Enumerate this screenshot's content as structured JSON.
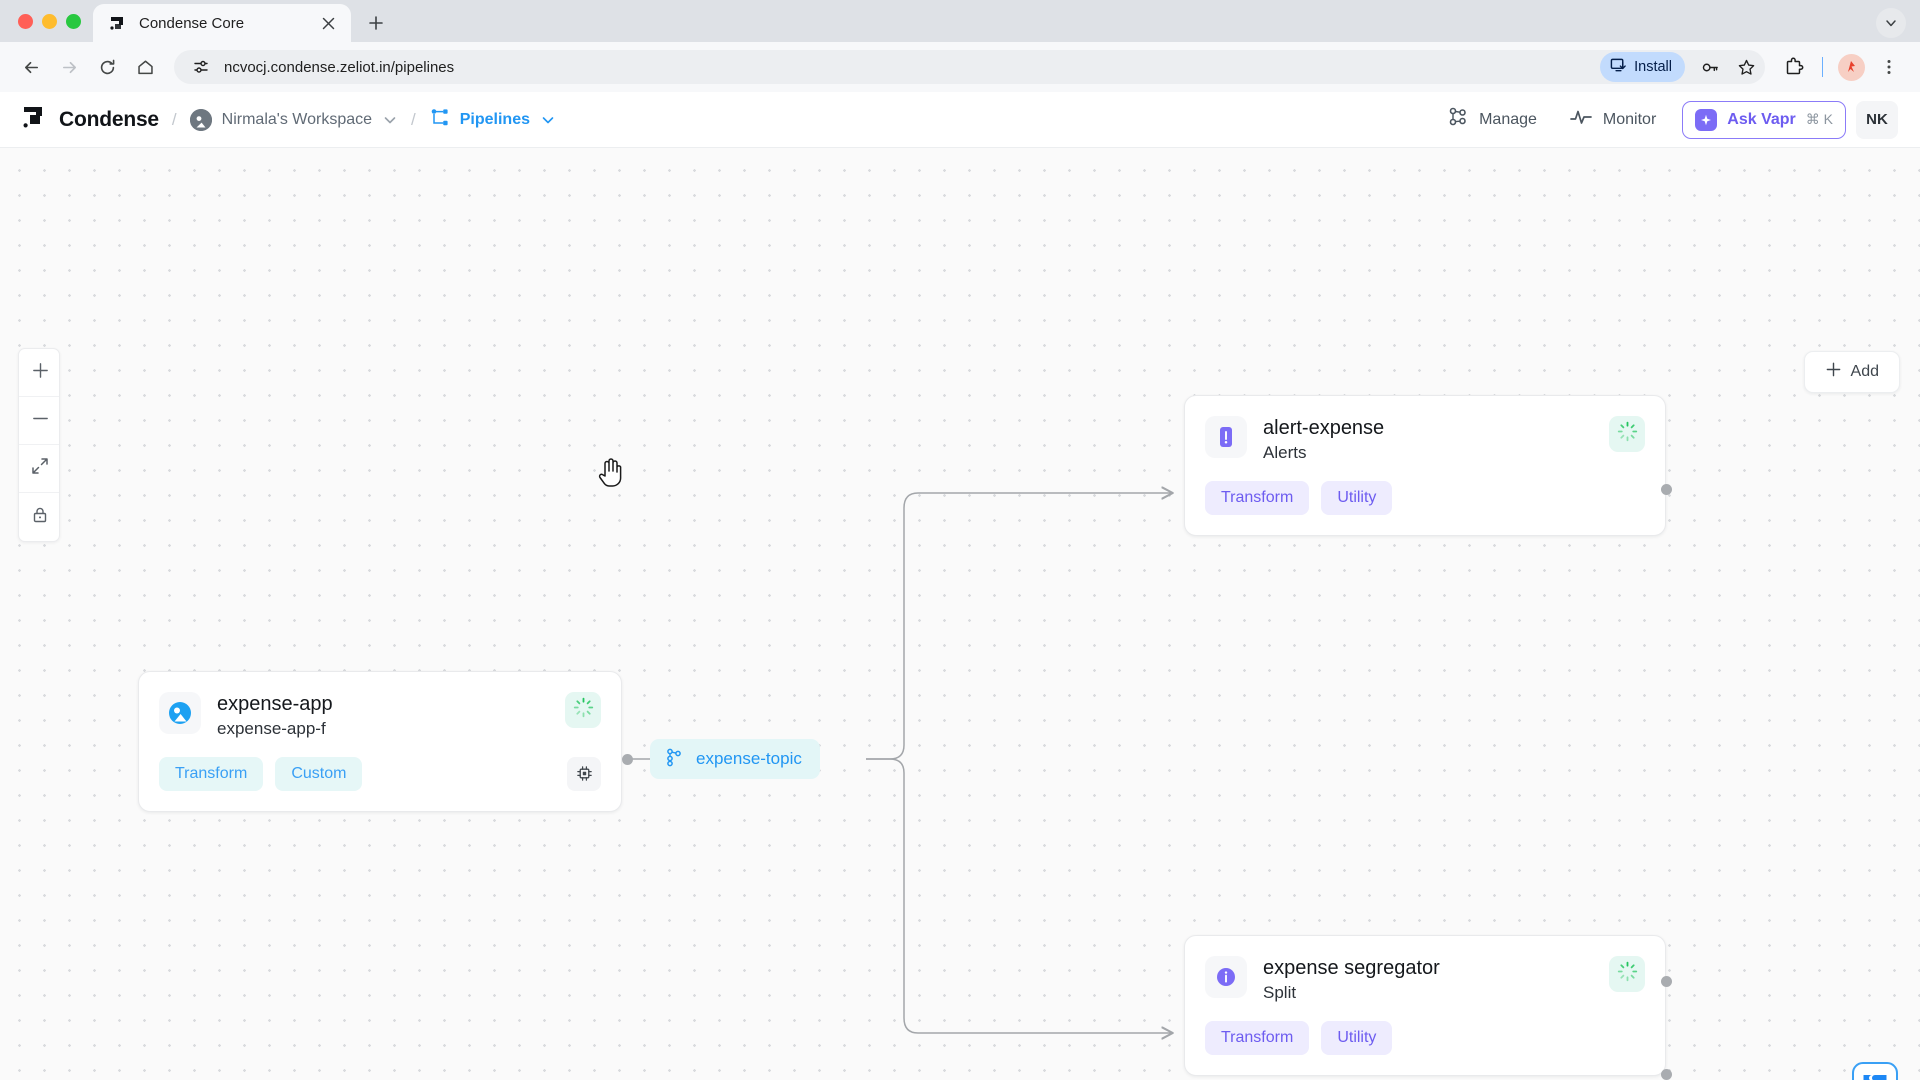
{
  "browser": {
    "tab": {
      "title": "Condense Core",
      "favicon_icon": "condense-logo-icon",
      "close_icon": "close-icon"
    },
    "new_tab_icon": "plus-icon",
    "tabstrip_caret_icon": "chevron-down-icon",
    "toolbar": {
      "back_icon": "back-arrow-icon",
      "forward_icon": "forward-arrow-icon",
      "reload_icon": "reload-icon",
      "home_icon": "home-icon",
      "site_info_icon": "site-settings-icon",
      "url": "ncvocj.condense.zeliot.in/pipelines",
      "install_label": "Install",
      "install_icon": "install-icon",
      "password_icon": "key-icon",
      "bookmark_icon": "star-icon",
      "extensions_icon": "puzzle-icon",
      "profile_icon": "profile-avatar-icon",
      "menu_icon": "kebab-menu-icon"
    }
  },
  "app_header": {
    "brand": {
      "name": "Condense",
      "logo_icon": "condense-logo-icon"
    },
    "separator": "/",
    "breadcrumbs": [
      {
        "label": "Nirmala's Workspace",
        "icon": "workspace-avatar-icon",
        "caret_icon": "chevron-down-icon"
      },
      {
        "label": "Pipelines",
        "icon": "pipelines-icon",
        "caret_icon": "chevron-down-icon"
      }
    ],
    "actions": [
      {
        "label": "Manage",
        "icon": "manage-nodes-icon"
      },
      {
        "label": "Monitor",
        "icon": "monitor-activity-icon"
      }
    ],
    "ask_vapr": {
      "label": "Ask Vapr",
      "shortcut": "⌘ K",
      "icon": "vapr-sparkle-icon"
    },
    "user": {
      "initials": "NK"
    }
  },
  "canvas": {
    "controls": [
      {
        "name": "zoom-in",
        "icon": "plus-icon"
      },
      {
        "name": "zoom-out",
        "icon": "minus-icon"
      },
      {
        "name": "fit-view",
        "icon": "expand-diagonal-icon"
      },
      {
        "name": "lock",
        "icon": "lock-icon"
      }
    ],
    "add_button": {
      "label": "Add",
      "icon": "plus-icon"
    },
    "support_fab_icon": "support-ticket-icon",
    "cursor_icon": "pointer-hand-cursor",
    "topic": {
      "label": "expense-topic",
      "icon": "topic-nodes-icon"
    },
    "nodes": [
      {
        "id": "expense-app",
        "title": "expense-app",
        "subtitle": "expense-app-f",
        "icon": "source-disc-icon",
        "status_icon": "loading-spinner-icon",
        "tags": [
          {
            "label": "Transform",
            "style": "cyan"
          },
          {
            "label": "Custom",
            "style": "cyan"
          }
        ],
        "action_icon": "cpu-chip-icon"
      },
      {
        "id": "alert-expense",
        "title": "alert-expense",
        "subtitle": "Alerts",
        "icon": "alert-exclamation-icon",
        "status_icon": "loading-spinner-icon",
        "tags": [
          {
            "label": "Transform",
            "style": "violet"
          },
          {
            "label": "Utility",
            "style": "violet"
          }
        ]
      },
      {
        "id": "expense-segregator",
        "title": "expense segregator",
        "subtitle": "Split",
        "icon": "info-split-icon",
        "status_icon": "loading-spinner-icon",
        "tags": [
          {
            "label": "Transform",
            "style": "violet"
          },
          {
            "label": "Utility",
            "style": "violet"
          }
        ]
      }
    ]
  },
  "colors": {
    "accent_blue": "#2196f3",
    "accent_violet": "#6d5cf0",
    "status_green": "#22c55e",
    "tag_cyan_bg": "#e6f7f7",
    "tag_violet_bg": "#eeecfe",
    "canvas_bg": "#fafafa"
  }
}
